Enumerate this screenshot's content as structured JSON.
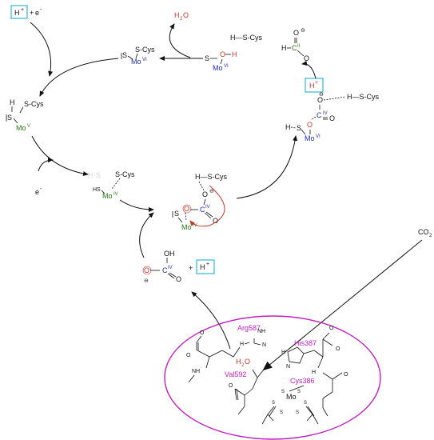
{
  "cycle": {
    "h_plus_e": {
      "h": "H",
      "plus": "+",
      "e": "e",
      "minus": "-"
    },
    "water_top": {
      "h": "H",
      "sub": "2",
      "o": "O"
    },
    "mo_vi_oh": {
      "s": "S",
      "o": "O",
      "h": "H",
      "mo": "Mo",
      "ox": "VI"
    },
    "h_s_cys_top": "H—S-Cys",
    "formate": {
      "h": "H",
      "c": "C",
      "ox": "II",
      "o": "O",
      "charge": "⊖"
    },
    "s_cys_mo_vi_left": {
      "s": "S",
      "cys": "S-Cys",
      "mo": "Mo",
      "ox": "VI"
    },
    "mo_v": {
      "h": "H",
      "s": "S",
      "cys": "S-Cys",
      "mo": "Mo",
      "ox": "V"
    },
    "e_minus_left": {
      "e": "e",
      "minus": "-"
    },
    "mo_iv": {
      "hs": "HS",
      "cys": "S-Cys",
      "mo": "Mo",
      "ox": "IV"
    },
    "mo_iv_co2": {
      "hscys": "H—S-Cys",
      "o": "O",
      "c": "C",
      "ox": "IV",
      "s": "S",
      "mo": "Mo",
      "moox": "IV",
      "charge": "⊖"
    },
    "mo_vi_co2": {
      "hplus": "H",
      "plusSign": "+",
      "hscys": "H—S-Cys",
      "o": "O",
      "c": "C",
      "ox": "IV",
      "h": "H",
      "s": "S",
      "mo": "Mo",
      "moox": "VI",
      "charge": "⊖"
    },
    "bicarbonate": {
      "oh": "OH",
      "o": "O",
      "c": "C",
      "ox": "IV",
      "charge": "⊖",
      "plus": "+",
      "hplus": "H",
      "plusSign": "+"
    },
    "co2": "CO",
    "co2_sub": "2"
  },
  "active_site": {
    "arg": "Arg587",
    "his": "His387",
    "val": "Val592",
    "cys": "Cys386",
    "water": {
      "h": "H",
      "sub": "2",
      "o": "O"
    },
    "mo": "Mo",
    "s": "S",
    "nh": "NH",
    "n": "N",
    "h": "H",
    "o": "O"
  },
  "colors": {
    "cyan_box": "#31b7d6",
    "magenta": "#c020c0",
    "red": "#c0392b",
    "blue": "#1a2fb0",
    "green": "#2d7a1a"
  }
}
